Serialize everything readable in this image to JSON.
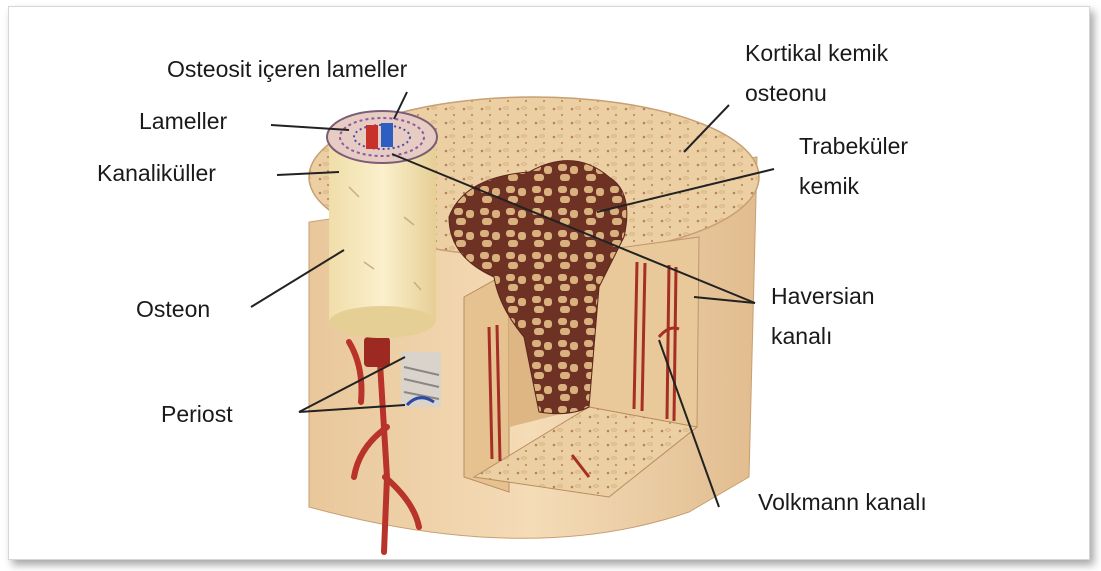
{
  "labels": {
    "osteosit": "Osteosit içeren lameller",
    "lameller": "Lameller",
    "kanalikuller": "Kanaliküller",
    "osteon": "Osteon",
    "periost": "Periost",
    "kortikal_1": "Kortikal kemik",
    "kortikal_2": "osteonu",
    "trabekuler_1": "Trabeküler",
    "trabekuler_2": "kemik",
    "haversian_1": "Haversian",
    "haversian_2": "kanalı",
    "volkmann": "Volkmann kanalı"
  },
  "colors": {
    "bone_outer": "#f2d2a6",
    "bone_cortex": "#e8c79a",
    "trabecular_dark": "#7a3b2a",
    "vessel": "#b8332a",
    "leader_line": "#222222"
  }
}
